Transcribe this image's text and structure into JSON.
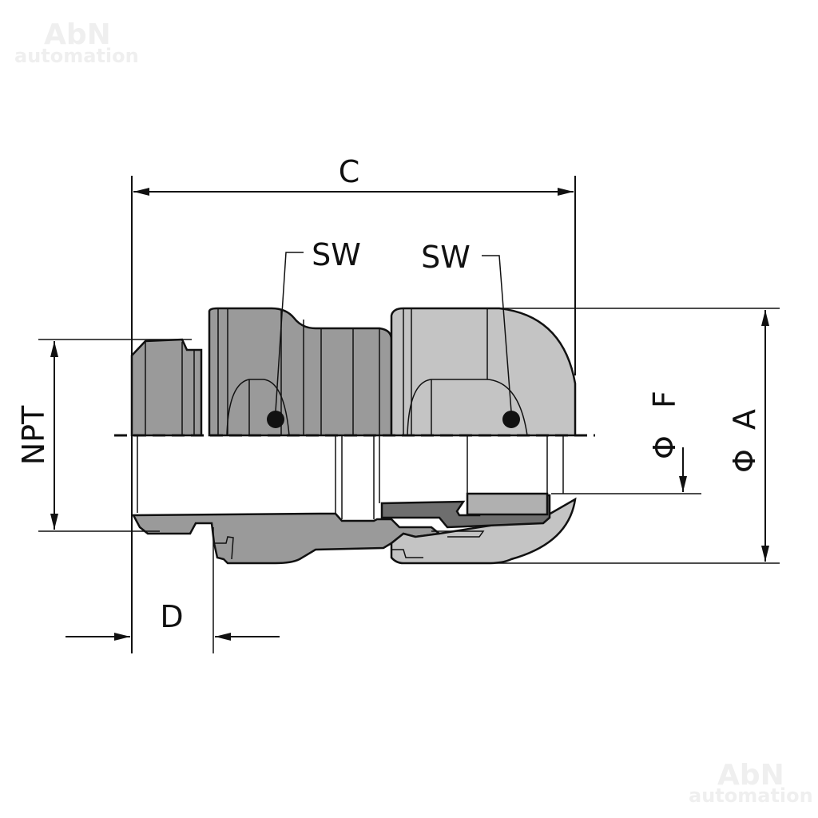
{
  "watermark": {
    "brand": "AbN",
    "sub": "automation"
  },
  "dimensions": {
    "length": "C",
    "wrench_size_1": "SW",
    "wrench_size_2": "SW",
    "thread": "NPT",
    "thread_length": "D",
    "diameter_f_symbol": "Φ",
    "diameter_f": "F",
    "diameter_a_symbol": "Φ",
    "diameter_a": "A"
  },
  "colors": {
    "body_dark": "#9a9a9a",
    "cap_light": "#c4c4c4",
    "seal": "#6e6e6e",
    "line": "#111111"
  }
}
